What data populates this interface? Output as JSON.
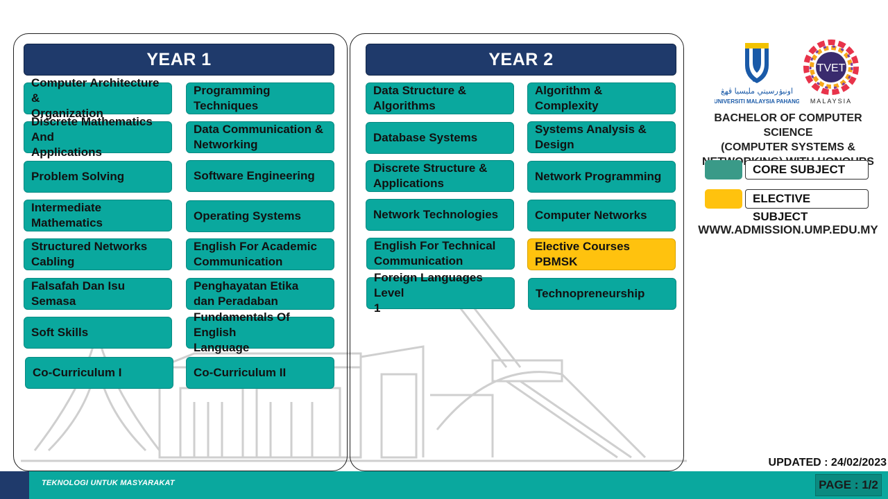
{
  "year1": {
    "title": "YEAR 1",
    "courses": [
      {
        "line1": "Computer Architecture &",
        "line2": "Organization",
        "type": "core"
      },
      {
        "line1": "Programming Techniques",
        "line2": "",
        "type": "core"
      },
      {
        "line1": "Discrete Mathematics And",
        "line2": "Applications",
        "type": "core"
      },
      {
        "line1": "Data Communication &",
        "line2": "Networking",
        "type": "core"
      },
      {
        "line1": "Problem Solving",
        "line2": "",
        "type": "core"
      },
      {
        "line1": "Software Engineering",
        "line2": "",
        "type": "core"
      },
      {
        "line1": "Intermediate Mathematics",
        "line2": "",
        "type": "core"
      },
      {
        "line1": "Operating Systems",
        "line2": "",
        "type": "core"
      },
      {
        "line1": "Structured Networks",
        "line2": "Cabling",
        "type": "core"
      },
      {
        "line1": "English For Academic",
        "line2": "Communication",
        "type": "core"
      },
      {
        "line1": "Falsafah Dan Isu Semasa",
        "line2": "",
        "type": "core"
      },
      {
        "line1": "Penghayatan Etika",
        "line2": "dan Peradaban",
        "type": "core"
      },
      {
        "line1": "Soft Skills",
        "line2": "",
        "type": "core"
      },
      {
        "line1": "Fundamentals Of English",
        "line2": "Language",
        "type": "core"
      },
      {
        "line1": "Co-Curriculum I",
        "line2": "",
        "type": "core"
      },
      {
        "line1": "Co-Curriculum II",
        "line2": "",
        "type": "core"
      }
    ]
  },
  "year2": {
    "title": "YEAR 2",
    "courses": [
      {
        "line1": "Data Structure &",
        "line2": "Algorithms",
        "type": "core"
      },
      {
        "line1": "Algorithm & Complexity",
        "line2": "",
        "type": "core"
      },
      {
        "line1": "Database Systems",
        "line2": "",
        "type": "core"
      },
      {
        "line1": "Systems Analysis &",
        "line2": "Design",
        "type": "core"
      },
      {
        "line1": "Discrete Structure &",
        "line2": "Applications",
        "type": "core"
      },
      {
        "line1": "Network Programming",
        "line2": "",
        "type": "core"
      },
      {
        "line1": "Network Technologies",
        "line2": "",
        "type": "core"
      },
      {
        "line1": "Computer Networks",
        "line2": "",
        "type": "core"
      },
      {
        "line1": "English For Technical",
        "line2": "Communication",
        "type": "core"
      },
      {
        "line1": "Elective Courses PBMSK",
        "line2": "",
        "type": "elective"
      },
      {
        "line1": "Foreign Languages Level",
        "line2": "1",
        "type": "core"
      },
      {
        "line1": "Technopreneurship",
        "line2": "",
        "type": "core"
      }
    ]
  },
  "logos": {
    "ump_arabic": "اونيۏرسيتي مليسيا ڤهڠ",
    "ump_name": "UNIVERSITI MALAYSIA PAHANG",
    "ump_badge": "UMP",
    "tvet_name": "TVET",
    "tvet_country": "MALAYSIA"
  },
  "program": {
    "line1": "BACHELOR OF COMPUTER SCIENCE",
    "line2": "(COMPUTER SYSTEMS &",
    "line3": "NETWORKING) WITH HONOURS"
  },
  "legend": {
    "core_label": "CORE SUBJECT",
    "core_color": "#3a9a88",
    "elective_label": "ELECTIVE SUBJECT",
    "elective_color": "#ffc20e"
  },
  "website": "WWW.ADMISSION.UMP.EDU.MY",
  "updated": "UPDATED : 24/02/2023",
  "footer": {
    "motto": "TEKNOLOGI UNTUK MASYARAKAT",
    "page": "PAGE : 1/2"
  }
}
